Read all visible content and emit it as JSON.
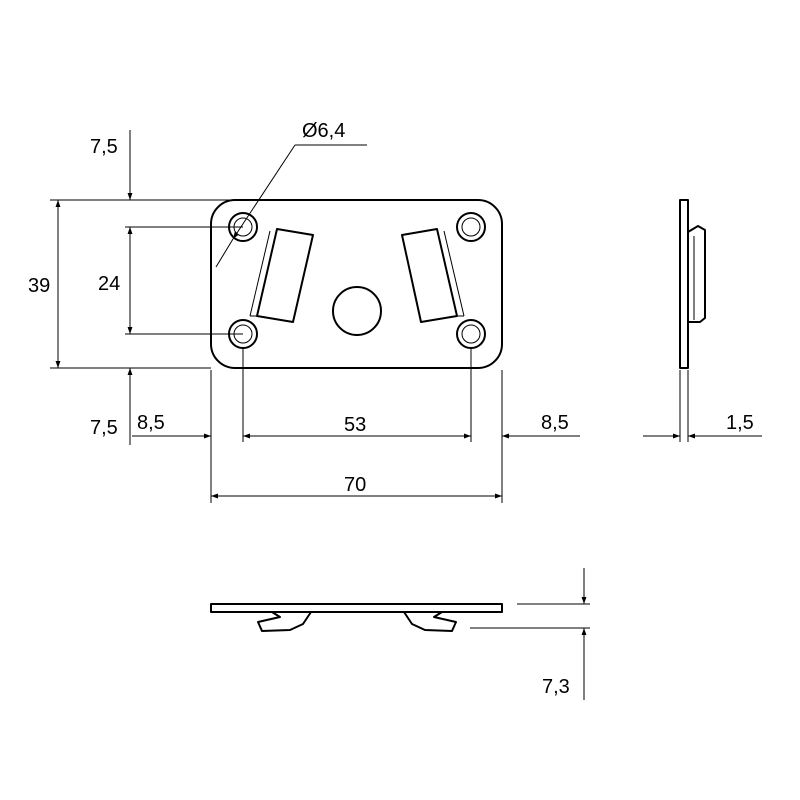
{
  "drawing": {
    "dimensions": {
      "hole_diameter": "Ø6,4",
      "top_edge_offset": "7,5",
      "overall_height": "39",
      "hole_spacing_vertical": "24",
      "bottom_edge_offset": "7,5",
      "left_edge_offset": "8,5",
      "hole_spacing_horizontal": "53",
      "right_edge_offset": "8,5",
      "overall_width": "70",
      "thickness": "1,5",
      "total_depth": "7,3"
    }
  }
}
